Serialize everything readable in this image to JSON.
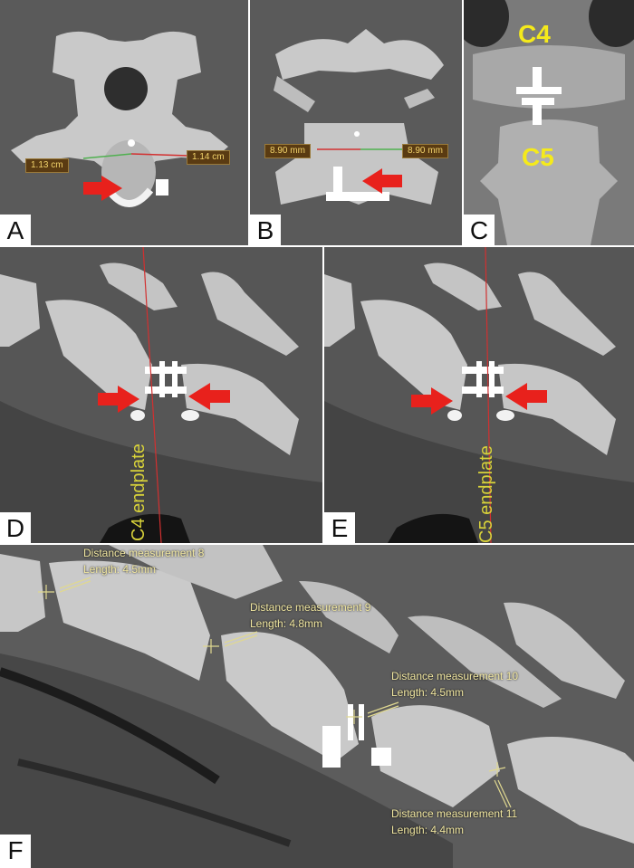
{
  "panels": {
    "a": {
      "label": "A",
      "measure_left": "1.13 cm",
      "measure_right": "1.14 cm"
    },
    "b": {
      "label": "B",
      "measure_left": "8.90 mm",
      "measure_right": "8.90 mm"
    },
    "c": {
      "label": "C",
      "upper_vertebra": "C4",
      "lower_vertebra": "C5"
    },
    "d": {
      "label": "D",
      "plane_label": "C4 endplate"
    },
    "e": {
      "label": "E",
      "plane_label": "C5 endplate"
    },
    "f": {
      "label": "F",
      "measurements": [
        {
          "name": "Distance measurement 8",
          "length": "Length: 4.5mm"
        },
        {
          "name": "Distance measurement 9",
          "length": "Length: 4.8mm"
        },
        {
          "name": "Distance measurement 10",
          "length": "Length: 4.5mm"
        },
        {
          "name": "Distance measurement 11",
          "length": "Length: 4.4mm"
        }
      ]
    }
  },
  "colors": {
    "background_gray": "#5b5b5b",
    "bone": "#d4d4d4",
    "implant": "#ffffff",
    "arrow_red": "#e8211c",
    "vertebra_label_yellow": "#f5ea1b",
    "annotation_yellow": "#f0e6a0",
    "plane_line_red": "#d23030"
  }
}
